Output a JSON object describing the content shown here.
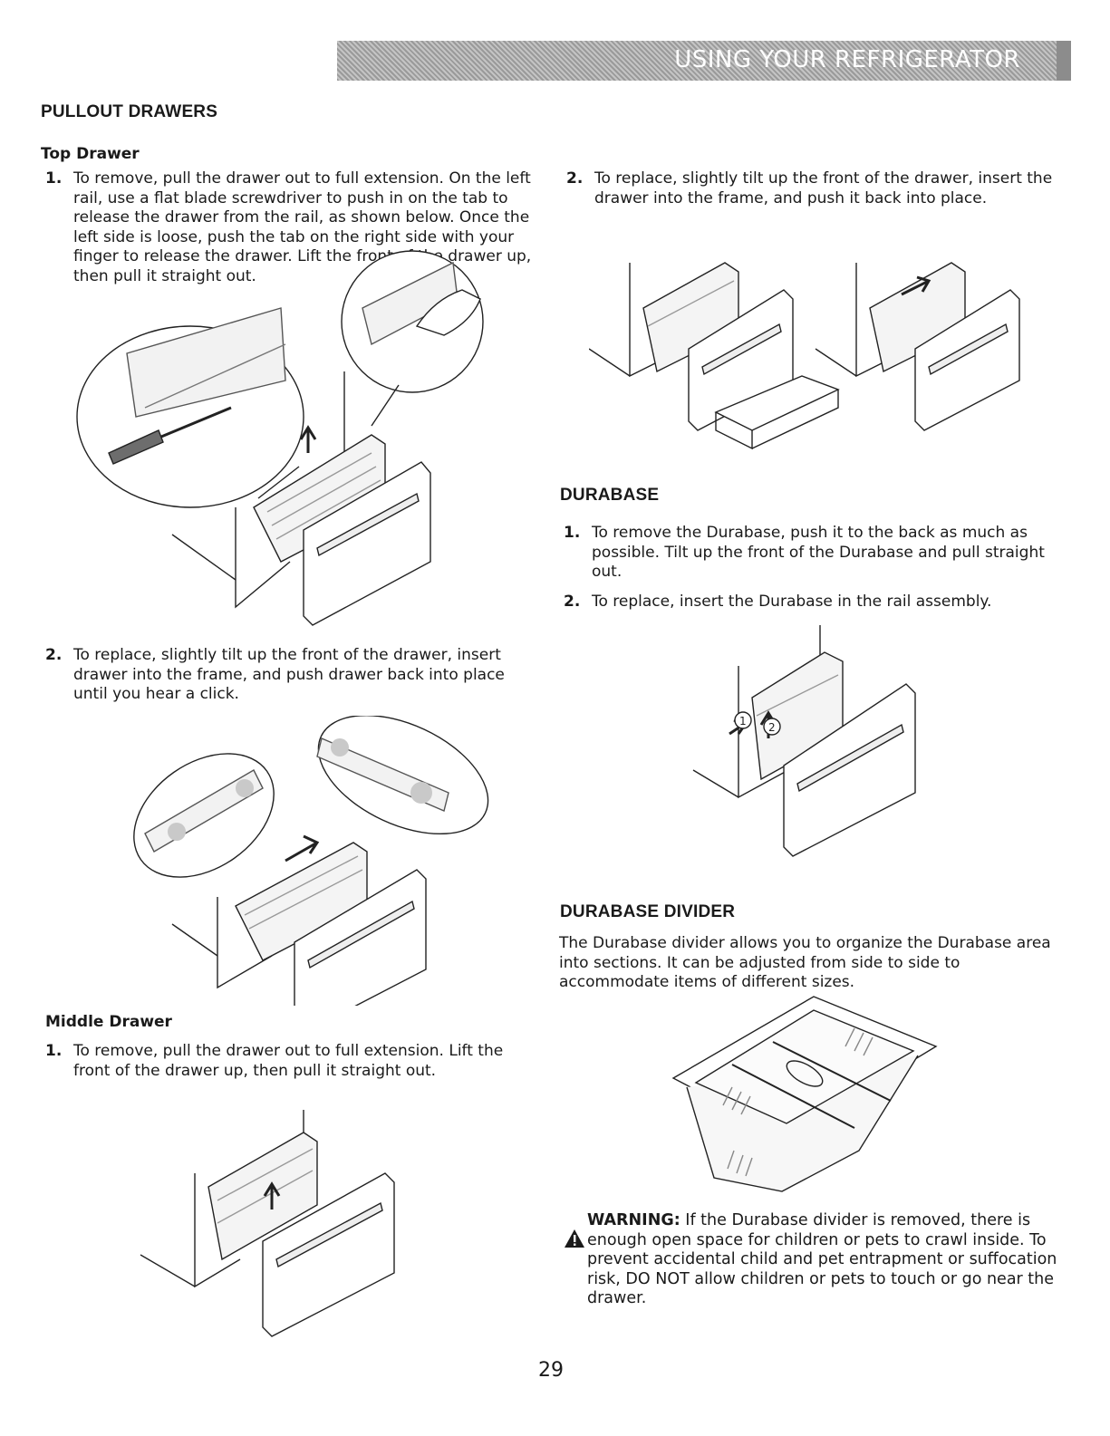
{
  "header": {
    "title": "USING YOUR REFRIGERATOR"
  },
  "left": {
    "section_title": "PULLOUT DRAWERS",
    "top_drawer": {
      "title": "Top Drawer",
      "step1_num": "1.",
      "step1_text": "To remove, pull the drawer out to full extension. On the left rail, use a flat blade screwdriver to push in on the tab to release the drawer from the rail, as shown below. Once the left side is loose, push the tab on the right side with your finger to release the drawer. Lift the front of the drawer up, then pull it straight out.",
      "step2_num": "2.",
      "step2_text": "To replace, slightly tilt up the front of the drawer, insert drawer into the frame, and push drawer back into place until you hear a click."
    },
    "middle_drawer": {
      "title": "Middle Drawer",
      "step1_num": "1.",
      "step1_text": "To remove, pull the drawer out to full extension. Lift the front of the drawer up, then pull it straight out."
    }
  },
  "right": {
    "replace_step_num": "2.",
    "replace_step_text": "To replace, slightly tilt up the front of the drawer, insert the drawer into the frame, and push it back into place.",
    "durabase": {
      "title": "DURABASE",
      "step1_num": "1.",
      "step1_text": "To remove the Durabase, push it to the back as much as possible. Tilt up the front of the Durabase and pull straight out.",
      "step2_num": "2.",
      "step2_text": "To replace, insert the Durabase in the rail assembly.",
      "callout_1": "1",
      "callout_2": "2"
    },
    "durabase_divider": {
      "title": "DURABASE DIVIDER",
      "body": "The Durabase divider allows you to organize the Durabase area into sections. It can be adjusted from side to side to accommodate items of different sizes."
    },
    "warning": {
      "label": "WARNING:",
      "text": "If the Durabase divider is removed, there is enough open space for children or pets to crawl inside. To prevent accidental child and pet entrapment or suffocation risk, DO NOT allow children or pets to touch or go near the drawer."
    }
  },
  "page_number": "29"
}
